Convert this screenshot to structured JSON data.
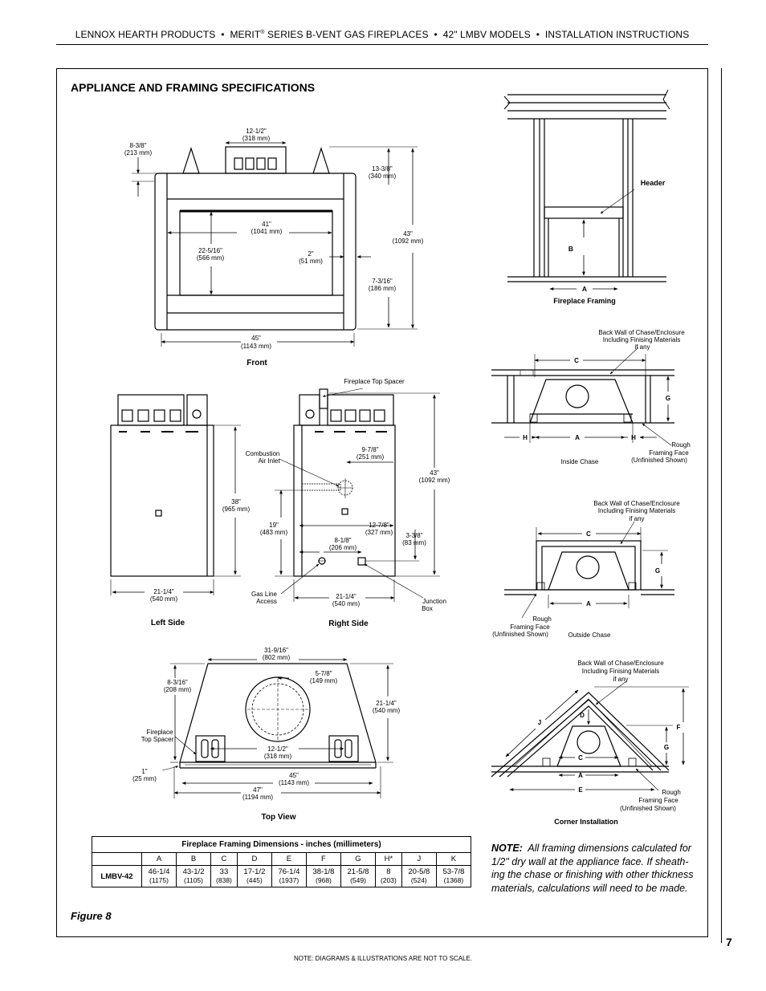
{
  "header": {
    "brand": "LENNOX HEARTH PRODUCTS",
    "series_prefix": "MERIT",
    "series_sup": "®",
    "series_rest": " SERIES B-VENT GAS FIREPLACES",
    "models": "42\" LMBV MODELS",
    "doc": "INSTALLATION INSTRUCTIONS",
    "sep": "•"
  },
  "section_title": "APPLIANCE AND FRAMING SPECIFICATIONS",
  "figure_label": "Figure 8",
  "page_number": "7",
  "footer": "NOTE: DIAGRAMS & ILLUSTRATIONS ARE NOT TO SCALE.",
  "front": {
    "caption": "Front",
    "dim_top_width": [
      "12-1/2\"",
      "(318 mm)"
    ],
    "dim_top_offset": [
      "8-3/8\"",
      "(213 mm)"
    ],
    "dim_top_height": [
      "13-3/8\"",
      "(340 mm)"
    ],
    "dim_overall_height": [
      "43\"",
      "(1092 mm)"
    ],
    "dim_opening_width": [
      "41\"",
      "(1041 mm)"
    ],
    "dim_opening_height": [
      "22-5/16\"",
      "(566 mm)"
    ],
    "dim_side": [
      "2\"",
      "(51 mm)"
    ],
    "dim_bottom": [
      "7-3/16\"",
      "(186 mm)"
    ],
    "dim_width": [
      "45\"",
      "(1143 mm)"
    ]
  },
  "left_side": {
    "caption": "Left Side",
    "dim_height": [
      "38\"",
      "(965 mm)"
    ],
    "dim_depth": [
      "21-1/4\"",
      "(540 mm)"
    ]
  },
  "right_side": {
    "caption": "Right Side",
    "top_spacer": "Fireplace Top Spacer",
    "combustion": [
      "Combustion",
      "Air Inlet"
    ],
    "dim_inlet": [
      "9-7/8\"",
      "(251 mm)"
    ],
    "dim_height": [
      "43\"",
      "(1092 mm)"
    ],
    "dim_inlet_height": [
      "19\"",
      "(483 mm)"
    ],
    "dim_jbox": [
      "12-7/8\"",
      "(327 mm)"
    ],
    "dim_gas": [
      "8-1/8\"",
      "(206 mm)"
    ],
    "dim_low": [
      "3-3/8\"",
      "(83 mm)"
    ],
    "gas_line": [
      "Gas Line",
      "Access"
    ],
    "dim_depth": [
      "21-1/4\"",
      "(540 mm)"
    ],
    "junction": [
      "Junction",
      "Box"
    ]
  },
  "top_view": {
    "caption": "Top View",
    "dim_top": [
      "31-9/16\"",
      "(802 mm)"
    ],
    "dim_offset": [
      "8-3/16\"",
      "(208 mm)"
    ],
    "dim_flue": [
      "5-7/8\"",
      "(149 mm)"
    ],
    "dim_depth": [
      "21-1/4\"",
      "(540 mm)"
    ],
    "spacer": [
      "Fireplace",
      "Top Spacer"
    ],
    "dim_spacer": [
      "12-1/2\"",
      "(318 mm)"
    ],
    "dim_front": [
      "1\"",
      "(25 mm)"
    ],
    "dim_inner": [
      "45\"",
      "(1143 mm)"
    ],
    "dim_overall": [
      "47\"",
      "(1194 mm)"
    ]
  },
  "framing": {
    "caption": "Fireplace Framing",
    "header_label": "Header",
    "a": "A",
    "b": "B"
  },
  "inside_chase": {
    "caption": "Inside Chase",
    "back_wall": [
      "Back Wall of Chase/Enclosure",
      "Including Finising Materials",
      "if any"
    ],
    "rough": [
      "Rough",
      "Framing Face",
      "(Unfinished Shown)"
    ],
    "c": "C",
    "a": "A",
    "g": "G",
    "h": "H"
  },
  "outside_chase": {
    "caption": "Outside Chase",
    "back_wall": [
      "Back Wall of Chase/Enclosure",
      "Including Finising Materials",
      "if any"
    ],
    "rough": [
      "Rough",
      "Framing Face",
      "(Unfinished Shown)"
    ],
    "c": "C",
    "a": "A",
    "g": "G"
  },
  "corner": {
    "caption": "Corner Installation",
    "back_wall": [
      "Back Wall of Chase/Enclosure",
      "Including Finising Materials",
      "if any"
    ],
    "rough": [
      "Rough",
      "Framing Face",
      "(Unfinished Shown)"
    ],
    "d": "D",
    "j": "J",
    "c": "C",
    "a": "A",
    "e": "E",
    "f": "F",
    "g": "G"
  },
  "table": {
    "caption": "Fireplace Framing Dimensions - inches (millimeters)",
    "columns": [
      "A",
      "B",
      "C",
      "D",
      "E",
      "F",
      "G",
      "H*",
      "J",
      "K"
    ],
    "row_label": "LMBV-42",
    "inches": [
      "46-1/4",
      "43-1/2",
      "33",
      "17-1/2",
      "76-1/4",
      "38-1/8",
      "21-5/8",
      "8",
      "20-5/8",
      "53-7/8"
    ],
    "mm": [
      "(1175)",
      "(1105)",
      "(838)",
      "(445)",
      "(1937)",
      "(968)",
      "(549)",
      "(203)",
      "(524)",
      "(1368)"
    ]
  },
  "note": {
    "label": "NOTE:",
    "text": "All framing dimensions calculated for 1/2\" dry wall at the appliance face.  If sheath-ing the chase or finishing with other thickness materials, calculations will need to be made."
  }
}
